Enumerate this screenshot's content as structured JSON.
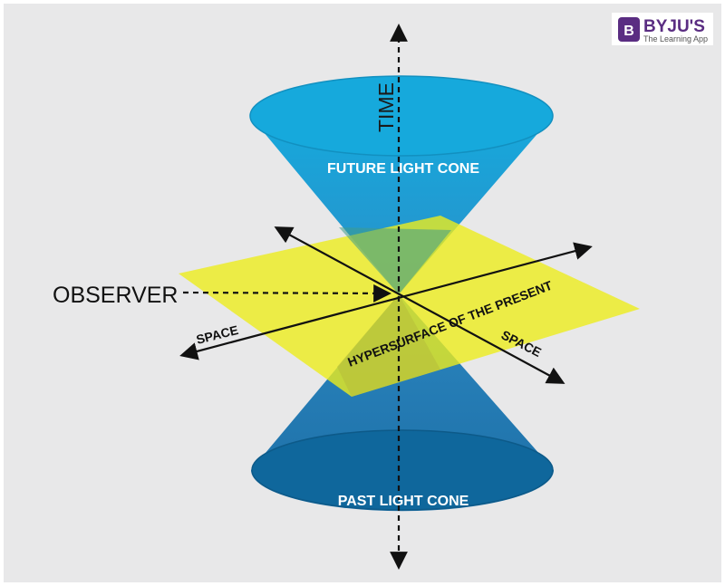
{
  "labels": {
    "time": "TIME",
    "future_cone": "FUTURE LIGHT CONE",
    "past_cone": "PAST LIGHT CONE",
    "observer": "OBSERVER",
    "space_left": "SPACE",
    "space_right": "SPACE",
    "hypersurface": "HYPERSURFACE OF THE PRESENT"
  },
  "logo": {
    "mark": "B",
    "brand": "BYJU'S",
    "tagline": "The Learning App"
  },
  "colors": {
    "background": "#e8e8e9",
    "cone_body": "#2b86c0",
    "cone_top": "#16a9dc",
    "cone_bottom": "#0f679c",
    "plane": "#ecec1d",
    "logo_purple": "#5a2d82"
  }
}
